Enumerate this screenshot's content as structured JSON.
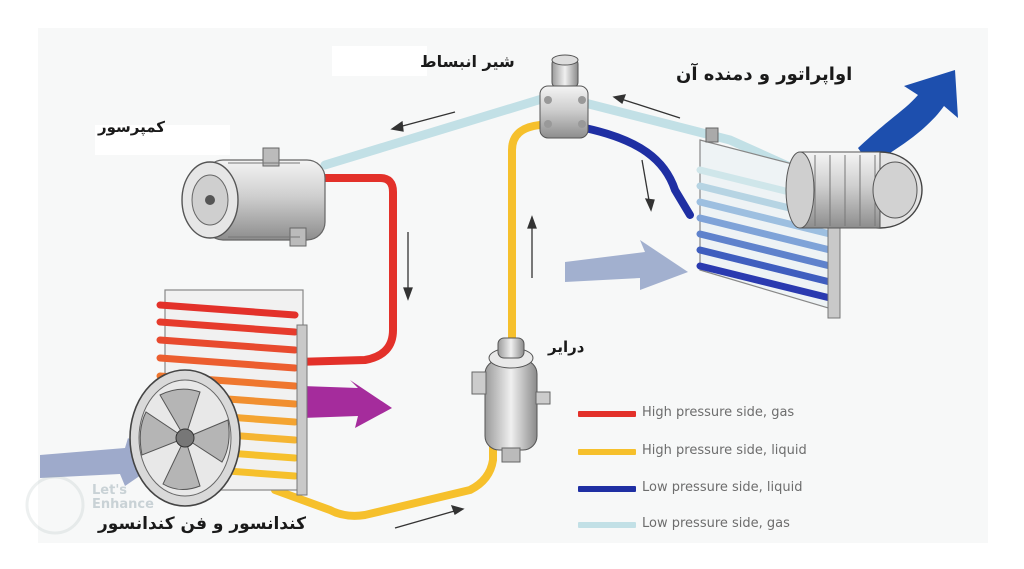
{
  "labels": {
    "expansion_valve": "شیر انبساط",
    "evaporator": "اواپراتور و دمنده آن",
    "compressor": "کمپرسور",
    "drier": "درایر",
    "condenser": "کندانسور و فن کندانسور"
  },
  "legend": [
    {
      "label": "High pressure side, gas",
      "color": "#e3312a"
    },
    {
      "label": "High pressure side, liquid",
      "color": "#f6c02c"
    },
    {
      "label": "Low pressure side, liquid",
      "color": "#1f2fa3"
    },
    {
      "label": "Low pressure side, gas",
      "color": "#c2e0e6"
    }
  ],
  "watermark": "Let's Enhance",
  "colors": {
    "hp_gas": "#e3312a",
    "hp_liquid": "#f6c02c",
    "lp_liquid": "#1f2fa3",
    "lp_gas": "#c2e0e6",
    "airflow": "#7f8fb7",
    "hot_air": "#a52c9c",
    "cold_air": "#1d4fae"
  }
}
